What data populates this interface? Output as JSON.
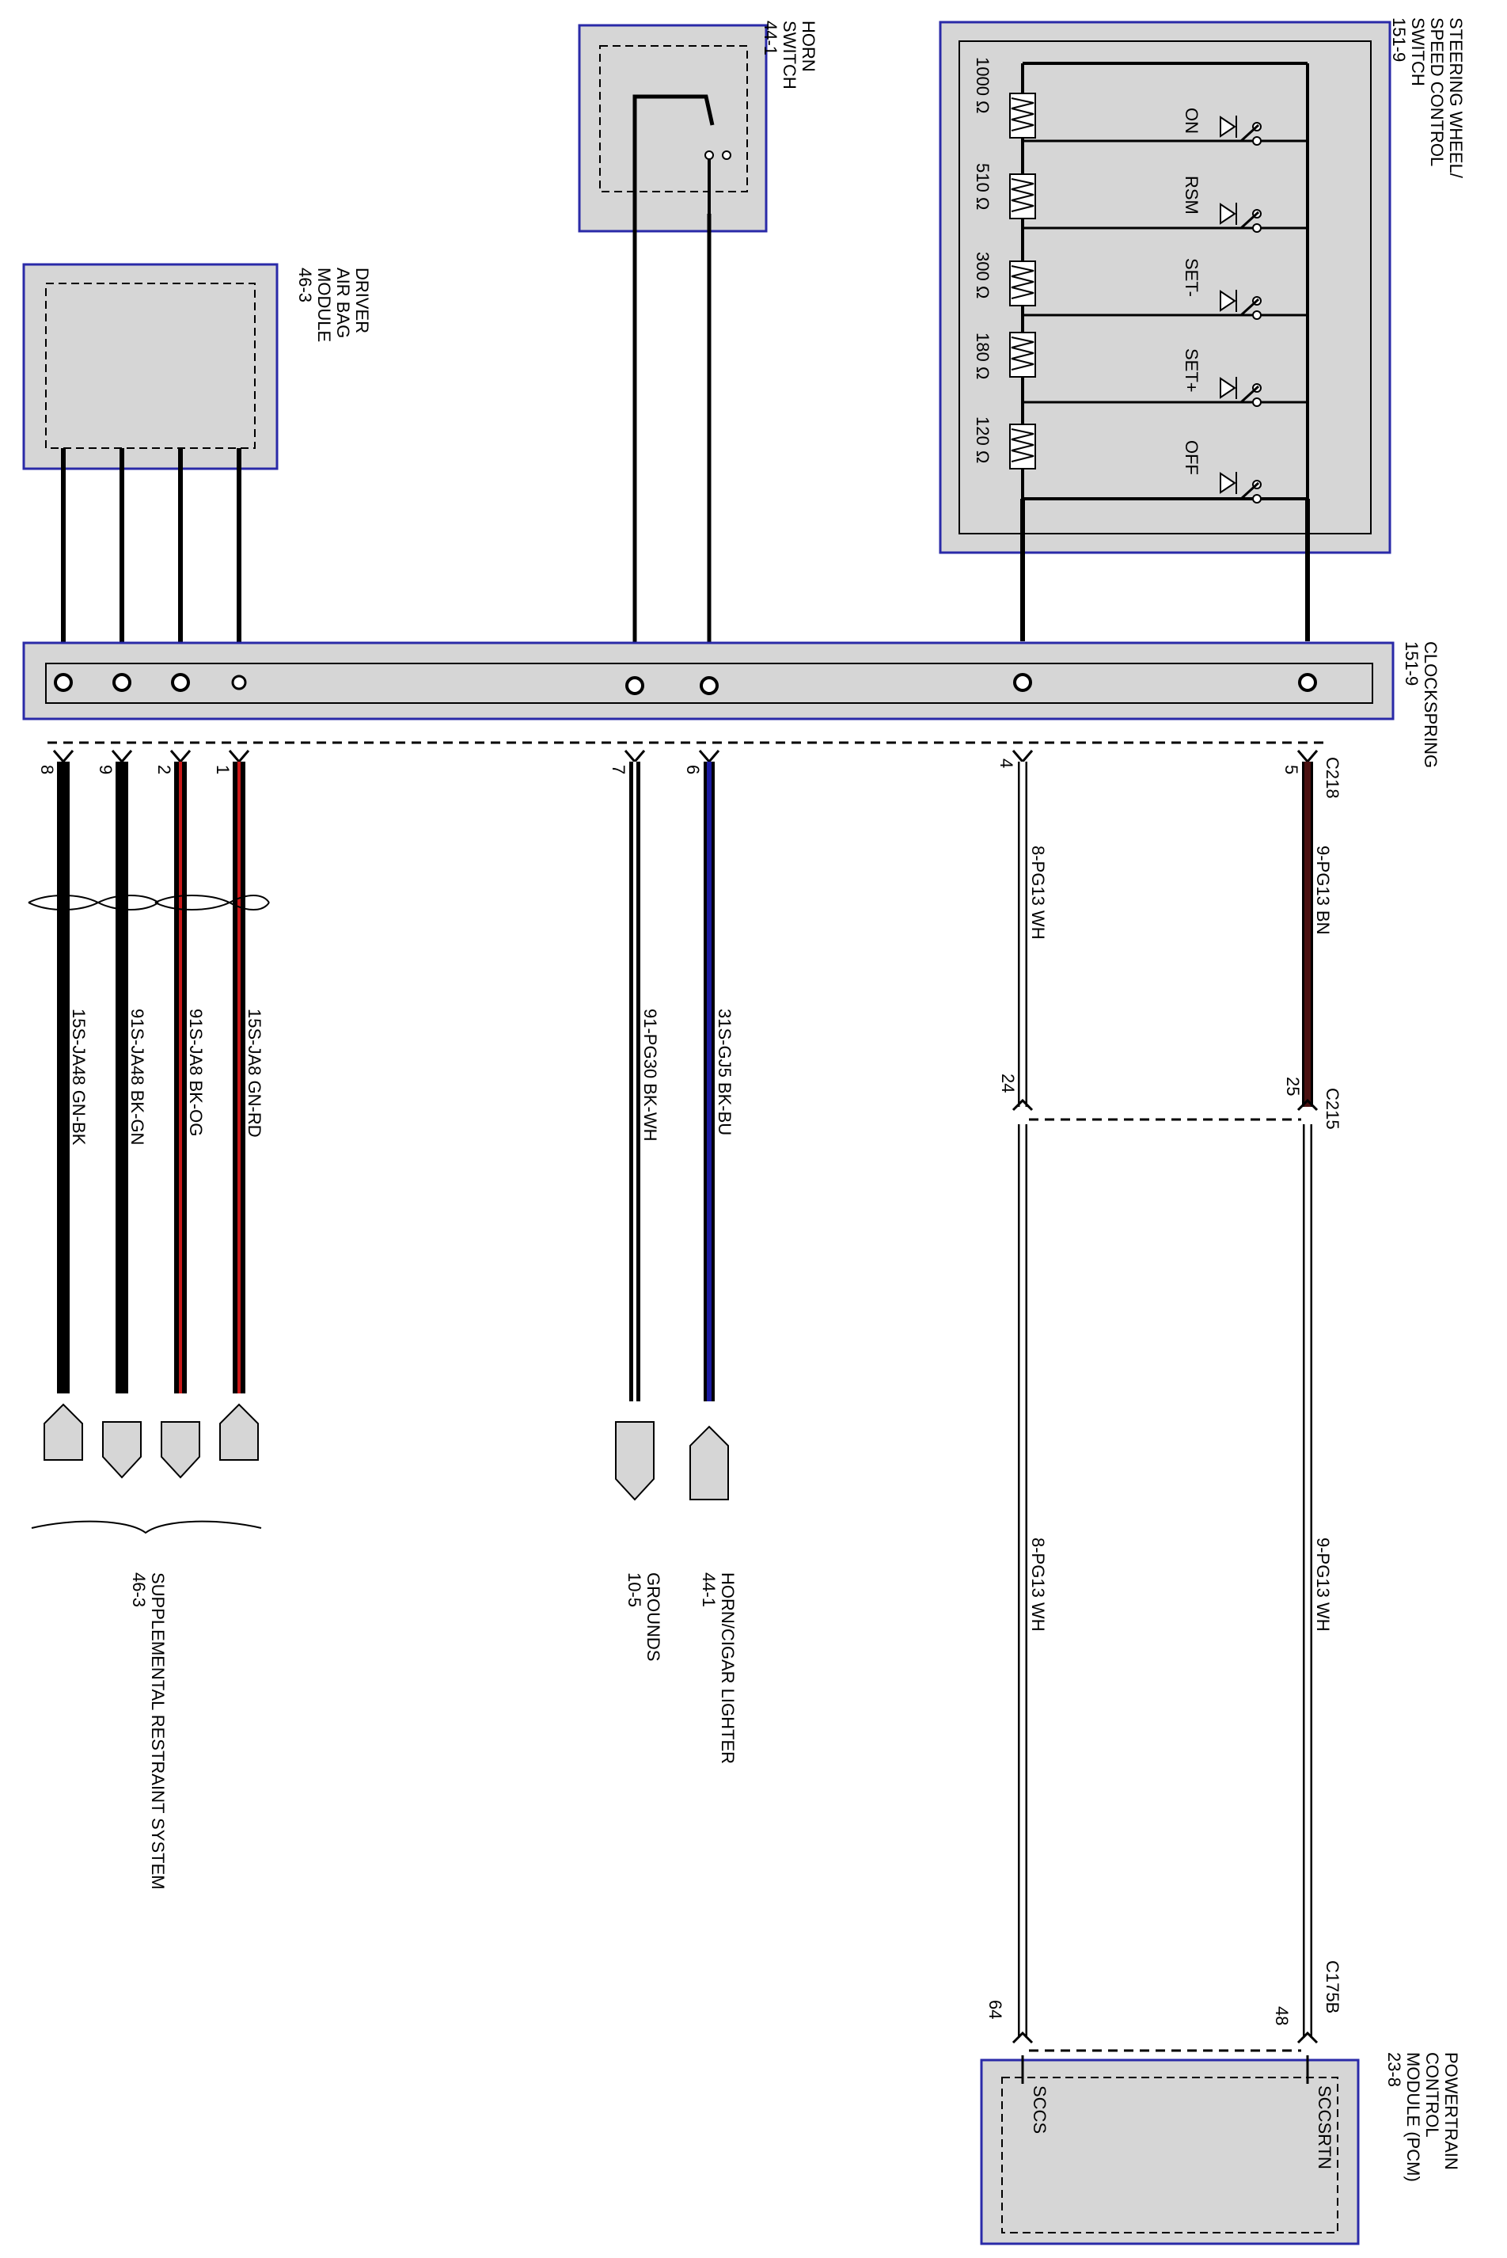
{
  "colors": {
    "component_border": "#2a2aa8",
    "component_fill": "#d6d6d6",
    "wire_black": "#000000",
    "wire_red": "#c81818",
    "wire_blue": "#1a1aa0",
    "wire_brown": "#4a1010"
  },
  "components": {
    "steering_wheel_switch": {
      "name_lines": [
        "STEERING WHEEL/",
        "SPEED CONTROL",
        "SWITCH",
        "151-9"
      ]
    },
    "horn_switch": {
      "name_lines": [
        "HORN",
        "SWITCH",
        "44-1"
      ]
    },
    "driver_airbag": {
      "name_lines": [
        "DRIVER",
        "AIR BAG",
        "MODULE",
        "46-3"
      ]
    },
    "clockspring": {
      "name_lines": [
        "CLOCKSPRING",
        "151-9"
      ]
    },
    "pcm": {
      "name_lines": [
        "POWERTRAIN",
        "CONTROL",
        "MODULE (PCM)",
        "23-8"
      ]
    }
  },
  "switches": [
    {
      "label": "ON",
      "resistor": "1000 Ω"
    },
    {
      "label": "RSM",
      "resistor": "510 Ω"
    },
    {
      "label": "SET-",
      "resistor": "300 Ω"
    },
    {
      "label": "SET+",
      "resistor": "180 Ω"
    },
    {
      "label": "OFF",
      "resistor": "120 Ω"
    }
  ],
  "connectors": {
    "c218": "C218",
    "c215": "C215",
    "c175b": "C175B"
  },
  "pins": {
    "p8": "8",
    "p9": "9",
    "p2": "2",
    "p1": "1",
    "p7": "7",
    "p6": "6",
    "p4": "4",
    "p5": "5",
    "p24": "24",
    "p25": "25",
    "p64": "64",
    "p48": "48"
  },
  "wires": {
    "w1": "15S-JA48   GN-BK",
    "w2": "91S-JA48   BK-GN",
    "w3": "91S-JA8   BK-OG",
    "w4": "15S-JA8   GN-RD",
    "w5": "91-PG30  BK-WH",
    "w6": "31S-GJ5  BK-BU",
    "w7": "8-PG13   WH",
    "w8": "9-PG13   BN",
    "w9": "8-PG13   WH",
    "w10": "9-PG13   WH"
  },
  "pcm_pins": {
    "sccs": "SCCS",
    "sccrtn": "SCCSRTN"
  },
  "destinations": {
    "srs": [
      "SUPPLEMENTAL RESTRAINT SYSTEM",
      "46-3"
    ],
    "grounds": [
      "GROUNDS",
      "10-5"
    ],
    "horn_lighter": [
      "HORN/CIGAR LIGHTER",
      "44-1"
    ]
  }
}
